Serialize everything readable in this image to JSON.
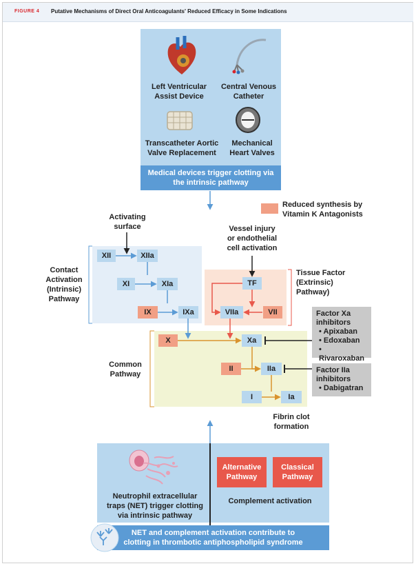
{
  "header": {
    "figure_label": "FIGURE 4",
    "title": "Putative Mechanisms of Direct Oral Anticoagulants' Reduced Efficacy in Some Indications"
  },
  "devices": {
    "items": [
      {
        "label_1": "Left Ventricular",
        "label_2": "Assist Device"
      },
      {
        "label_1": "Central Venous",
        "label_2": "Catheter"
      },
      {
        "label_1": "Transcatheter Aortic",
        "label_2": "Valve Replacement"
      },
      {
        "label_1": "Mechanical",
        "label_2": "Heart Valves"
      }
    ],
    "banner_1": "Medical devices trigger clotting via",
    "banner_2": "the intrinsic pathway"
  },
  "legend": {
    "line_1": "Reduced synthesis by",
    "line_2": "Vitamin K Antagonists"
  },
  "activating_surface": {
    "line_1": "Activating",
    "line_2": "surface"
  },
  "vessel_injury": {
    "line_1": "Vessel injury",
    "line_2": "or endothelial",
    "line_3": "cell activation"
  },
  "contact_label": {
    "line_1": "Contact",
    "line_2": "Activation",
    "line_3": "(Intrinsic)",
    "line_4": "Pathway"
  },
  "tissue_label": {
    "line_1": "Tissue Factor",
    "line_2": "(Extrinsic)",
    "line_3": "Pathway)"
  },
  "common_label": {
    "line_1": "Common",
    "line_2": "Pathway"
  },
  "factors": {
    "XII": "XII",
    "XIIa": "XIIa",
    "XI": "XI",
    "XIa": "XIa",
    "IX": "IX",
    "IXa": "IXa",
    "TF": "TF",
    "VIIa": "VIIa",
    "VII": "VII",
    "X": "X",
    "Xa": "Xa",
    "II": "II",
    "IIa": "IIa",
    "I": "I",
    "Ia": "Ia"
  },
  "xa_inhibitors": {
    "line_1": "Factor Xa",
    "line_2": "inhibitors",
    "drugs": [
      "• Apixaban",
      "• Edoxaban",
      "• Rivaroxaban"
    ]
  },
  "iia_inhibitors": {
    "line_1": "Factor IIa",
    "line_2": "inhibitors",
    "drugs": [
      "• Dabigatran"
    ]
  },
  "fibrin": {
    "line_1": "Fibrin clot",
    "line_2": "formation"
  },
  "net": {
    "net_label": [
      "Neutrophil extracellular",
      "traps (NET) trigger clotting",
      "via intrinsic pathway"
    ],
    "alternative": [
      "Alternative",
      "Pathway"
    ],
    "classical": [
      "Classical",
      "Pathway"
    ],
    "complement": "Complement activation",
    "banner_1": "NET and complement activation contribute to",
    "banner_2": "clotting in thrombotic antiphospholipid syndrome"
  },
  "colors": {
    "light_blue": "#b8d7ee",
    "mid_blue": "#5b9bd5",
    "salmon": "#f19f85",
    "red": "#e8584b",
    "gold": "#d9932e",
    "gray": "#c9c9c9"
  }
}
